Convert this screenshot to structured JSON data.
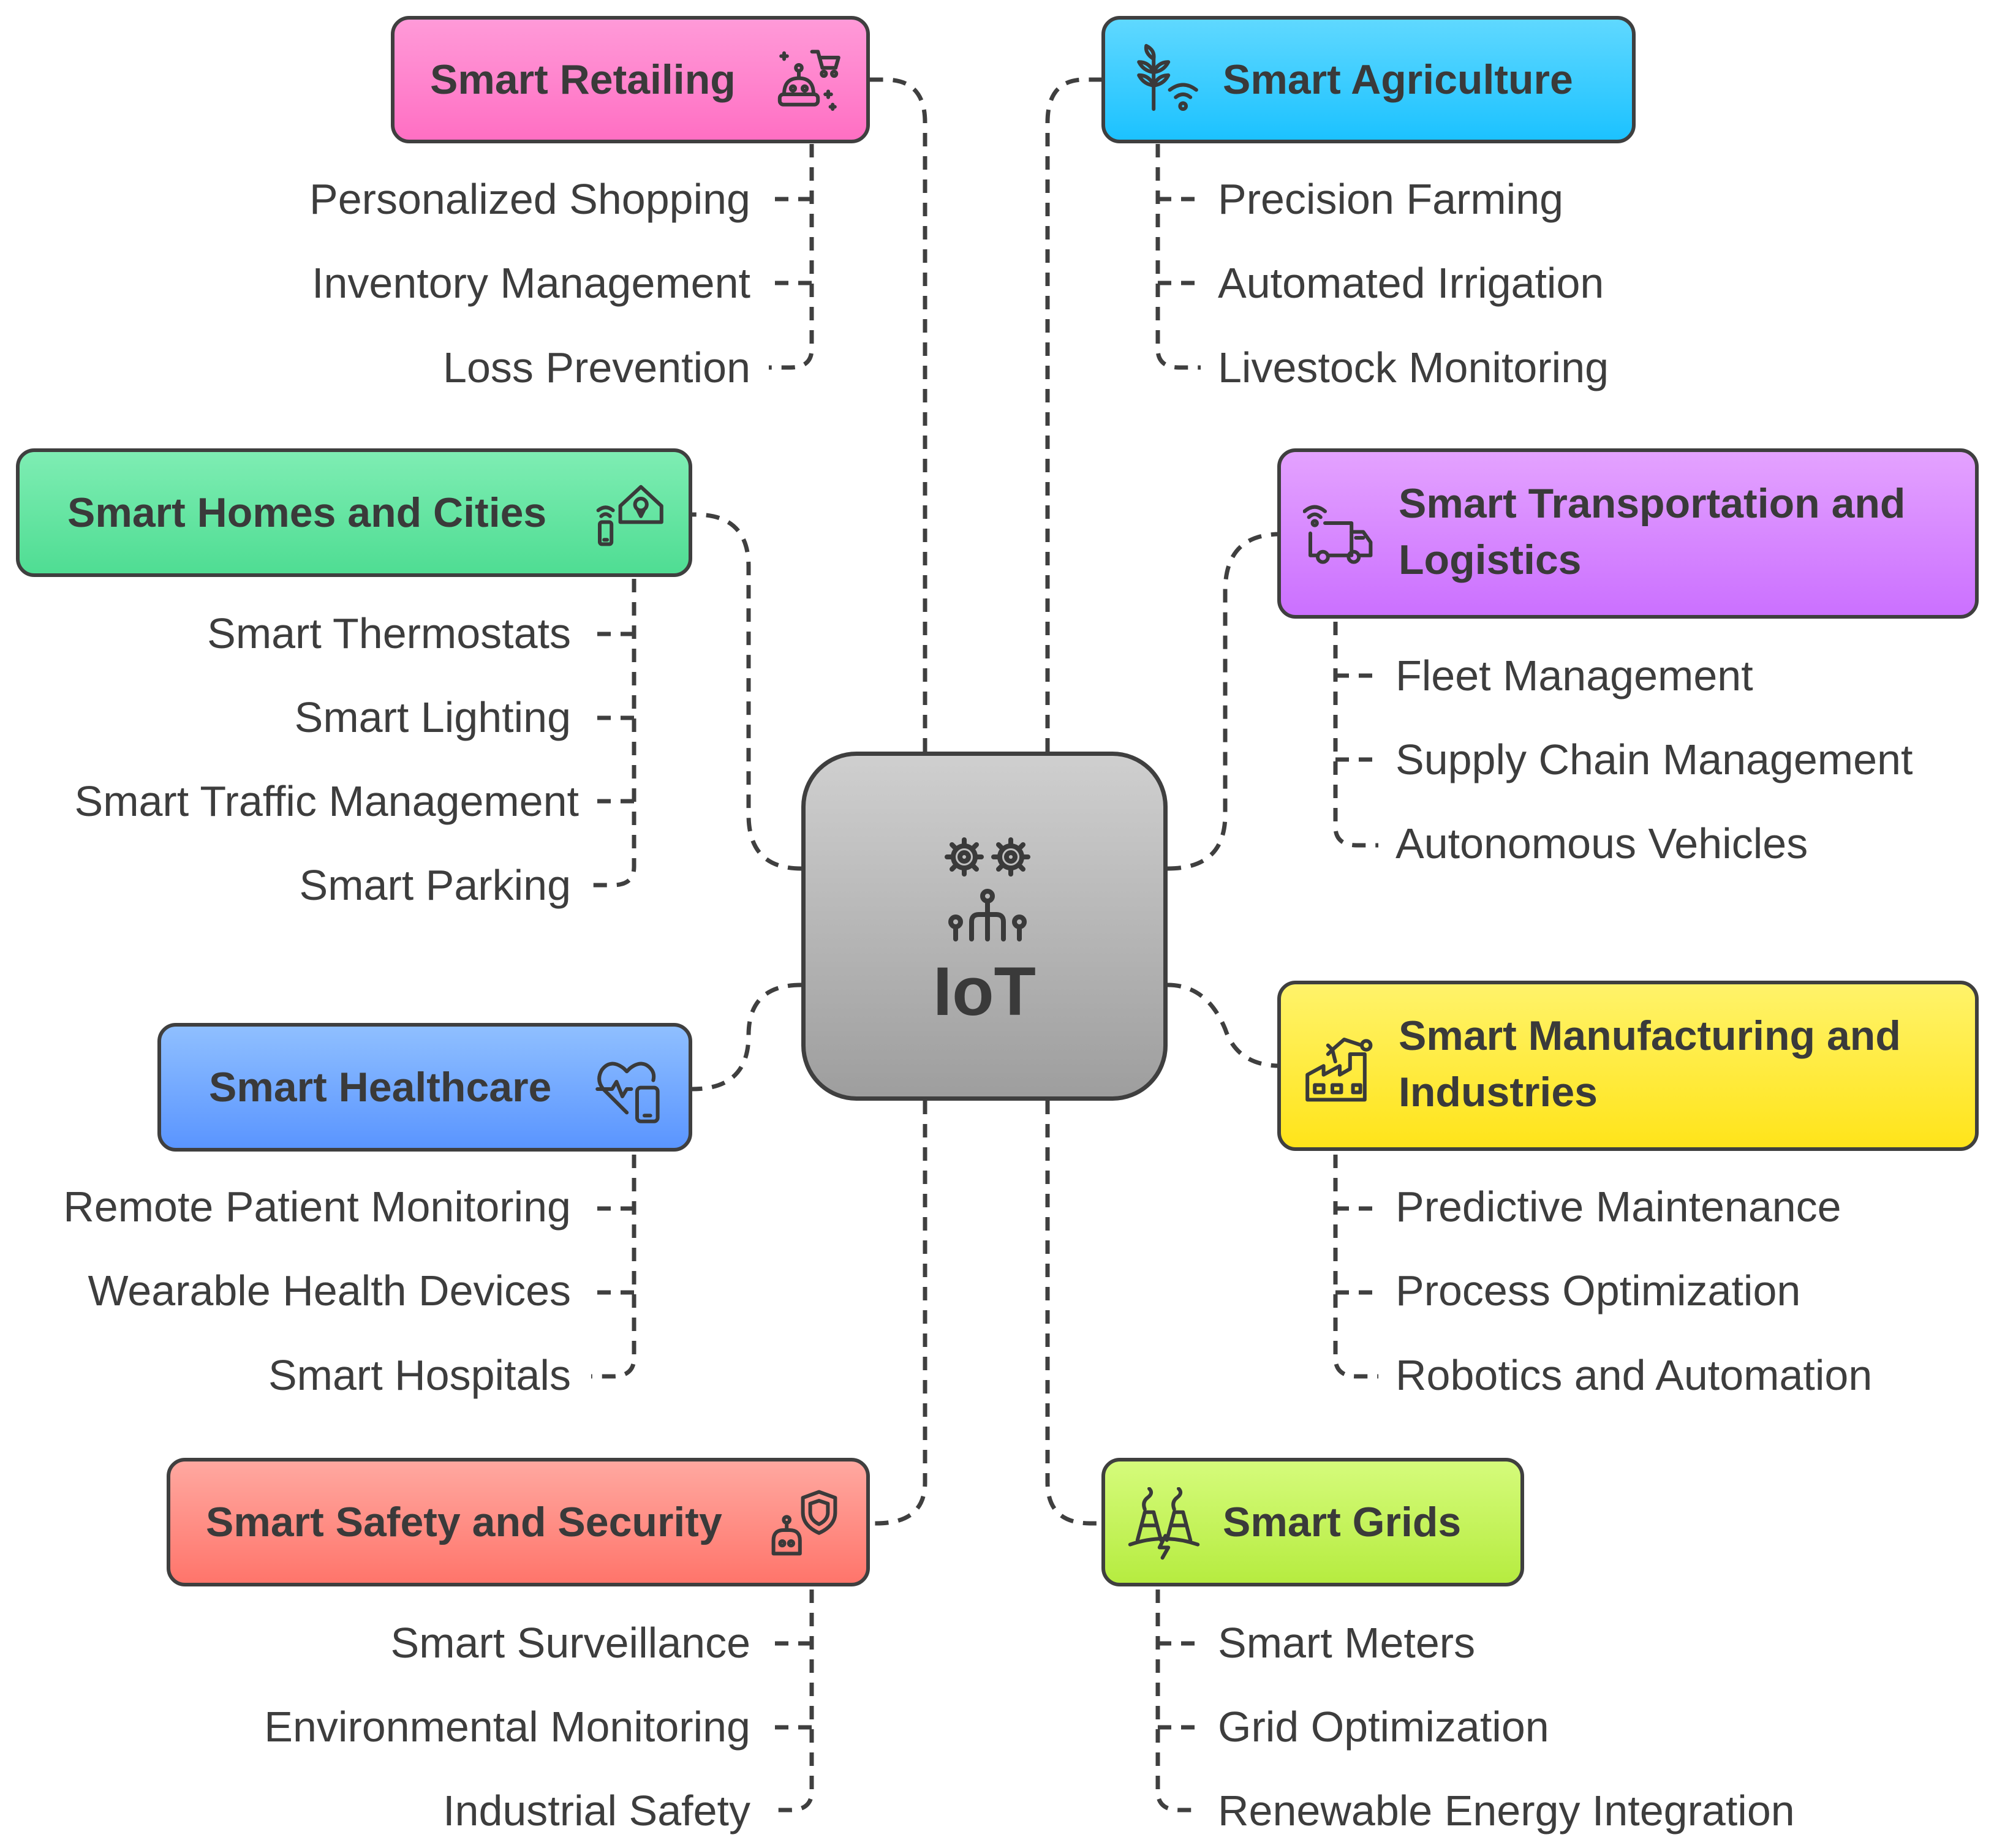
{
  "center": {
    "label": "IoT",
    "icon": "gears-circuit-icon"
  },
  "colors": {
    "line": "#3f3f3f",
    "retailing": [
      "#ff9ad8",
      "#ff6fc3"
    ],
    "agriculture": [
      "#5fd8ff",
      "#1cc2ff"
    ],
    "homes": [
      "#7eedb3",
      "#4fdd93"
    ],
    "transportation": [
      "#e4a2ff",
      "#cb70ff"
    ],
    "healthcare": [
      "#8fbfff",
      "#5a95ff"
    ],
    "manufacturing": [
      "#fff36a",
      "#ffe41a"
    ],
    "safety": [
      "#ffa8a0",
      "#ff756b"
    ],
    "grids": [
      "#d5fb7b",
      "#b6ec40"
    ]
  },
  "categories": {
    "retailing": {
      "title": "Smart Retailing",
      "icon": "shopping-robot-icon",
      "items": [
        "Personalized Shopping",
        "Inventory Management",
        "Loss Prevention"
      ]
    },
    "agriculture": {
      "title": "Smart Agriculture",
      "icon": "plant-wifi-icon",
      "items": [
        "Precision Farming",
        "Automated Irrigation",
        "Livestock Monitoring"
      ]
    },
    "homes": {
      "title": "Smart Homes and Cities",
      "icon": "smart-home-icon",
      "items": [
        "Smart Thermostats",
        "Smart Lighting",
        "Smart Traffic Management",
        "Smart Parking"
      ]
    },
    "transportation": {
      "title_line1": "Smart Transportation and",
      "title_line2": "Logistics",
      "icon": "connected-truck-icon",
      "items": [
        "Fleet Management",
        "Supply Chain Management",
        "Autonomous Vehicles"
      ]
    },
    "healthcare": {
      "title": "Smart Healthcare",
      "icon": "heart-phone-icon",
      "items": [
        "Remote Patient Monitoring",
        "Wearable Health Devices",
        "Smart Hospitals"
      ]
    },
    "manufacturing": {
      "title_line1": "Smart Manufacturing and",
      "title_line2": "Industries",
      "icon": "factory-robot-arm-icon",
      "items": [
        "Predictive Maintenance",
        "Process Optimization",
        "Robotics and Automation"
      ]
    },
    "safety": {
      "title": "Smart Safety and Security",
      "icon": "robot-shield-icon",
      "items": [
        "Smart Surveillance",
        "Environmental Monitoring",
        "Industrial Safety"
      ]
    },
    "grids": {
      "title": "Smart Grids",
      "icon": "power-plant-icon",
      "items": [
        "Smart Meters",
        "Grid Optimization",
        "Renewable Energy Integration"
      ]
    }
  }
}
